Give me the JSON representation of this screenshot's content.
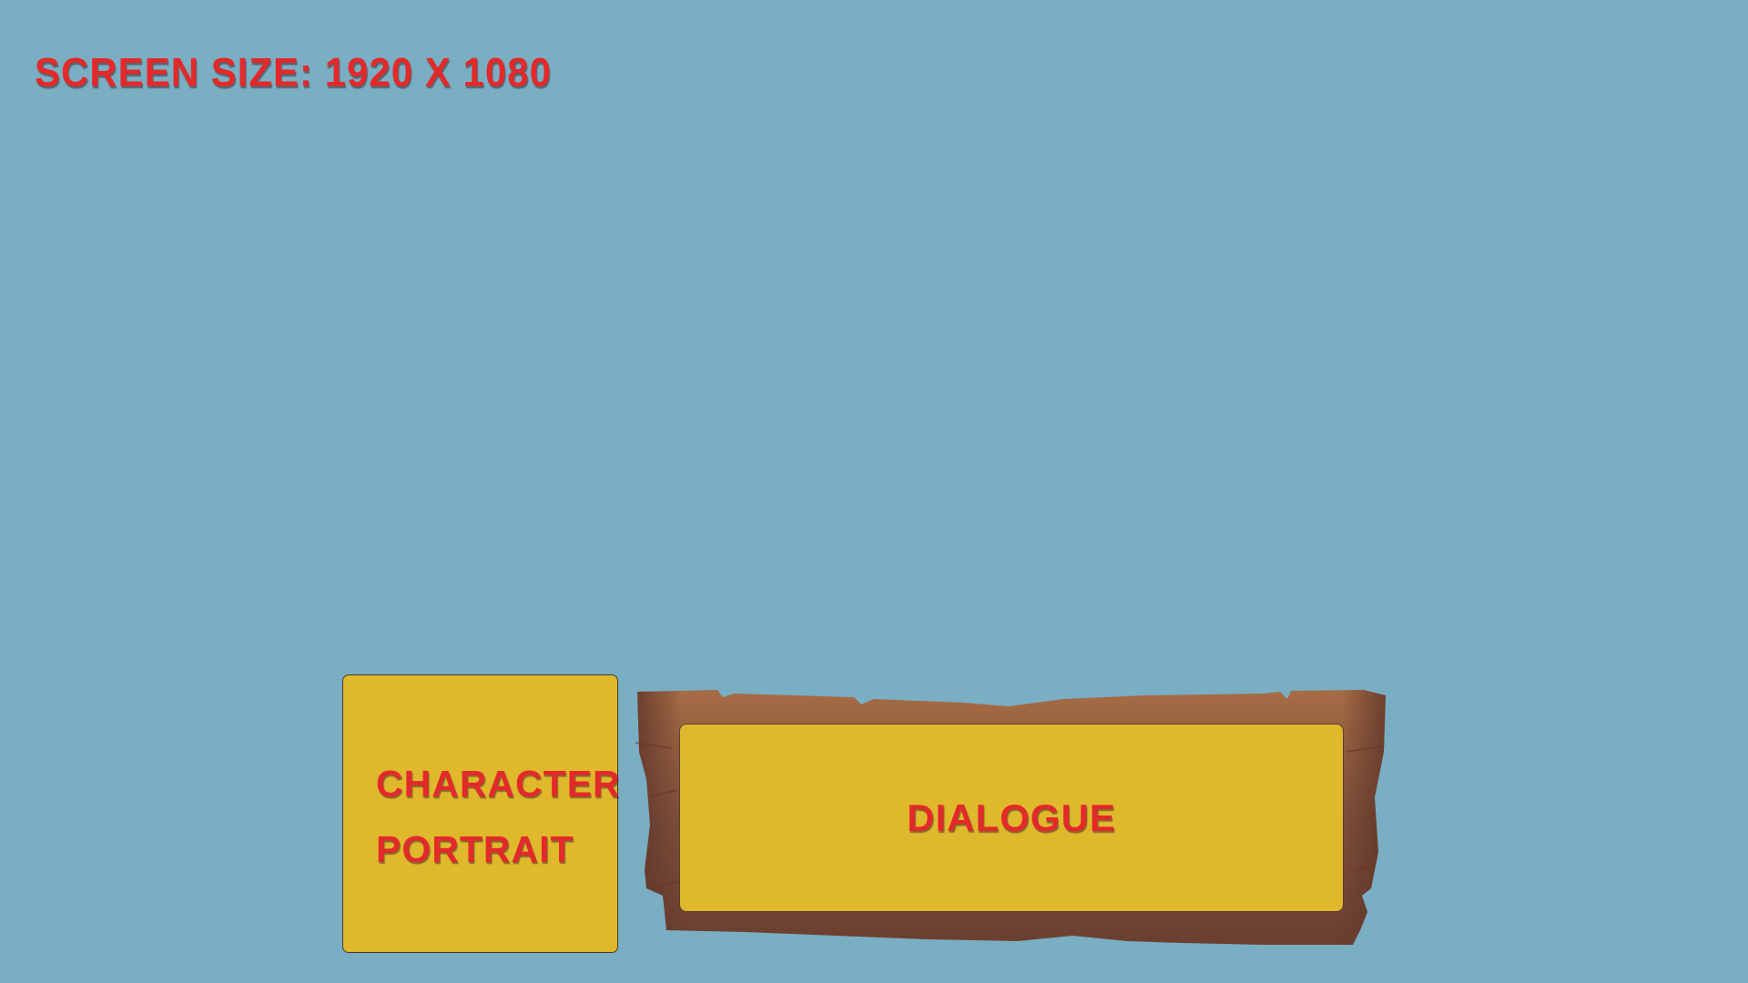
{
  "header": {
    "screen_size_label": "Screen Size: 1920 x 1080"
  },
  "portrait": {
    "line1": "Character",
    "line2": "Portrait"
  },
  "dialogue": {
    "label": "Dialogue"
  },
  "colors": {
    "background": "#7aaec3",
    "panel": "#dfb82c",
    "text": "#e3292a",
    "wood": "#8b5a3c"
  }
}
